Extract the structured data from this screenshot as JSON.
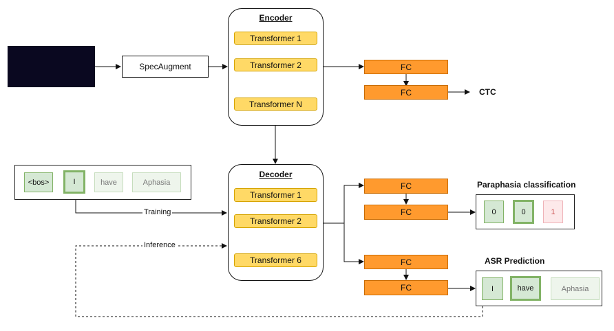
{
  "encoder": {
    "title": "Encoder",
    "blocks": [
      "Transformer 1",
      "Transformer 2",
      "Transformer N"
    ]
  },
  "decoder": {
    "title": "Decoder",
    "blocks": [
      "Transformer 1",
      "Transformer 2",
      "Transformer 6"
    ]
  },
  "spec_augment": "SpecAugment",
  "fc_label": "FC",
  "ctc_label": "CTC",
  "input_tokens": [
    "<bos>",
    "I",
    "have",
    "Aphasia"
  ],
  "paraphasia": {
    "title": "Paraphasia classification",
    "tokens": [
      "0",
      "0",
      "1"
    ]
  },
  "asr": {
    "title": "ASR Prediction",
    "tokens": [
      "I",
      "have",
      "Aphasia"
    ]
  },
  "edge_labels": {
    "training": "Training",
    "inference": "Inference"
  },
  "colors": {
    "transformer_fill": "#ffd966",
    "fc_fill": "#ff9a2e",
    "token_green": "#d5e8d4",
    "token_red": "#fde9ea"
  }
}
